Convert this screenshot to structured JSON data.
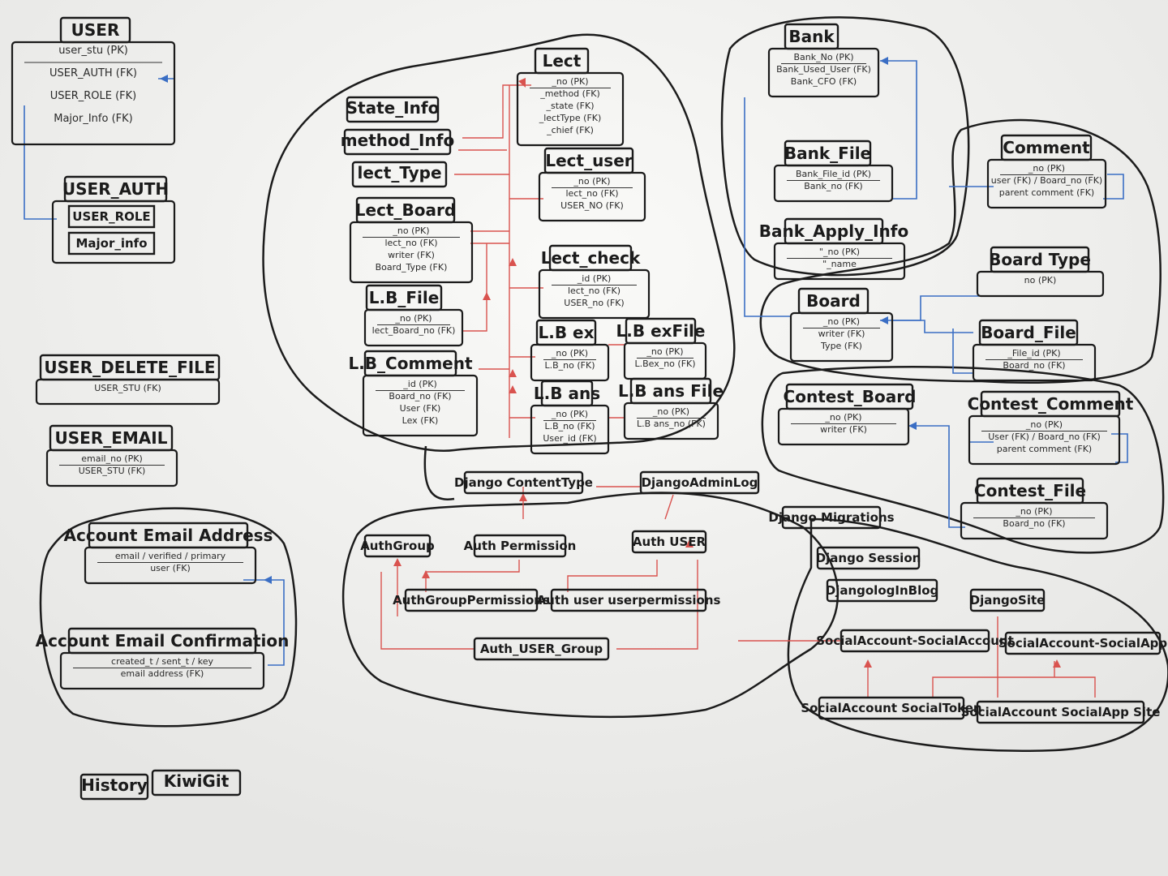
{
  "entities": [
    {
      "id": "user",
      "title": "USER",
      "fields": [
        "user_stu (PK)",
        "USER_AUTH (FK)",
        "USER_ROLE (FK)",
        "Major_Info (FK)"
      ]
    },
    {
      "id": "user_auth",
      "title": "USER_AUTH",
      "fields": [
        "USER_ROLE",
        "Major_info"
      ]
    },
    {
      "id": "user_delete_file",
      "title": "USER_DELETE_FILE",
      "fields": [
        "USER_STU (FK)"
      ]
    },
    {
      "id": "user_email",
      "title": "USER_EMAIL",
      "fields": [
        "email_no (PK)",
        "USER_STU (FK)"
      ]
    },
    {
      "id": "account_email_address",
      "title": "Account Email Address",
      "fields": [
        "email / verified / primary",
        "user (FK)"
      ]
    },
    {
      "id": "account_email_confirmation",
      "title": "Account Email Confirmation",
      "fields": [
        "created_t / sent_t / key",
        "email address (FK)"
      ]
    },
    {
      "id": "history",
      "title": "History",
      "fields": []
    },
    {
      "id": "kiwi_git",
      "title": "KiwiGit",
      "fields": []
    },
    {
      "id": "state_info",
      "title": "State_Info",
      "fields": []
    },
    {
      "id": "method_info",
      "title": "method_Info",
      "fields": []
    },
    {
      "id": "lect_type",
      "title": "lect_Type",
      "fields": []
    },
    {
      "id": "lect",
      "title": "Lect",
      "fields": [
        "_no (PK)",
        "_method (FK)",
        "_state (FK)",
        "_lectType (FK)",
        "_chief (FK)"
      ]
    },
    {
      "id": "lect_user",
      "title": "Lect_user",
      "fields": [
        "_no (PK)",
        "lect_no (FK)",
        "USER_NO (FK)"
      ]
    },
    {
      "id": "lect_board",
      "title": "Lect_Board",
      "fields": [
        "_no (PK)",
        "lect_no (FK)",
        "writer (FK)",
        "Board_Type (FK)"
      ]
    },
    {
      "id": "lect_check",
      "title": "Lect_check",
      "fields": [
        "_id (PK)",
        "lect_no (FK)",
        "USER_no (FK)"
      ]
    },
    {
      "id": "lb_file",
      "title": "L.B_File",
      "fields": [
        "_no (PK)",
        "lect_Board_no (FK)"
      ]
    },
    {
      "id": "lb_ex",
      "title": "L.B ex",
      "fields": [
        "_no (PK)",
        "L.B_no (FK)"
      ]
    },
    {
      "id": "lb_ex_file",
      "title": "L.B exFile",
      "fields": [
        "_no (PK)",
        "L.Bex_no (FK)"
      ]
    },
    {
      "id": "lb_comment",
      "title": "L.B_Comment",
      "fields": [
        "_id (PK)",
        "Board_no (FK)",
        "User (FK)",
        "Lex (FK)"
      ]
    },
    {
      "id": "lb_ans",
      "title": "L.B ans",
      "fields": [
        "_no (PK)",
        "L.B_no (FK)",
        "User_id (FK)"
      ]
    },
    {
      "id": "lb_ans_file",
      "title": "L.B ans File",
      "fields": [
        "_no (PK)",
        "L.B ans_no (FK)"
      ]
    },
    {
      "id": "bank",
      "title": "Bank",
      "fields": [
        "Bank_No (PK)",
        "Bank_Used_User (FK)",
        "Bank_CFO (FK)"
      ]
    },
    {
      "id": "bank_file",
      "title": "Bank_File",
      "fields": [
        "Bank_File_id (PK)",
        "Bank_no (FK)"
      ]
    },
    {
      "id": "bank_apply_info",
      "title": "Bank_Apply_Info",
      "fields": [
        "\"_no (PK)",
        "\"_name"
      ]
    },
    {
      "id": "comment",
      "title": "Comment",
      "fields": [
        "_no (PK)",
        "user (FK) / Board_no (FK)",
        "parent comment (FK)"
      ]
    },
    {
      "id": "board_type",
      "title": "Board Type",
      "fields": [
        "no (PK)"
      ]
    },
    {
      "id": "board",
      "title": "Board",
      "fields": [
        "_no (PK)",
        "writer (FK)",
        "Type (FK)"
      ]
    },
    {
      "id": "board_file",
      "title": "Board_File",
      "fields": [
        "_File_id (PK)",
        "Board_no (FK)"
      ]
    },
    {
      "id": "contest_board",
      "title": "Contest_Board",
      "fields": [
        "_no (PK)",
        "writer (FK)"
      ]
    },
    {
      "id": "contest_comment",
      "title": "Contest_Comment",
      "fields": [
        "_no (PK)",
        "User (FK) / Board_no (FK)",
        "parent comment (FK)"
      ]
    },
    {
      "id": "contest_file",
      "title": "Contest_File",
      "fields": [
        "_no (PK)",
        "Board_no (FK)"
      ]
    },
    {
      "id": "django_content_type",
      "title": "Django ContentType",
      "fields": []
    },
    {
      "id": "django_admin_log",
      "title": "DjangoAdminLog",
      "fields": []
    },
    {
      "id": "auth_group",
      "title": "AuthGroup",
      "fields": []
    },
    {
      "id": "auth_permission",
      "title": "Auth Permission",
      "fields": []
    },
    {
      "id": "auth_user",
      "title": "Auth USER",
      "fields": []
    },
    {
      "id": "auth_group_permissions",
      "title": "AuthGroupPermissions",
      "fields": []
    },
    {
      "id": "auth_user_user_permissions",
      "title": "Auth user userpermissions",
      "fields": []
    },
    {
      "id": "auth_user_group",
      "title": "Auth_USER_Group",
      "fields": []
    },
    {
      "id": "django_migrations",
      "title": "Django Migrations",
      "fields": []
    },
    {
      "id": "django_session",
      "title": "Django Session",
      "fields": []
    },
    {
      "id": "django_log_in_blog",
      "title": "DjangologInBlog",
      "fields": []
    },
    {
      "id": "django_site",
      "title": "DjangoSite",
      "fields": []
    },
    {
      "id": "social_account",
      "title": "SocialAccount-SocialAccount",
      "fields": []
    },
    {
      "id": "social_app",
      "title": "SocialAccount-SocialApp",
      "fields": []
    },
    {
      "id": "social_token",
      "title": "SocialAccount SocialToken",
      "fields": []
    },
    {
      "id": "social_app_site",
      "title": "SocialAccount SocialApp Site",
      "fields": []
    }
  ],
  "colors": {
    "ink": "#1a1a1a",
    "red_marker": "#d9534f",
    "blue_marker": "#3a6ec4",
    "board": "#ececea"
  }
}
